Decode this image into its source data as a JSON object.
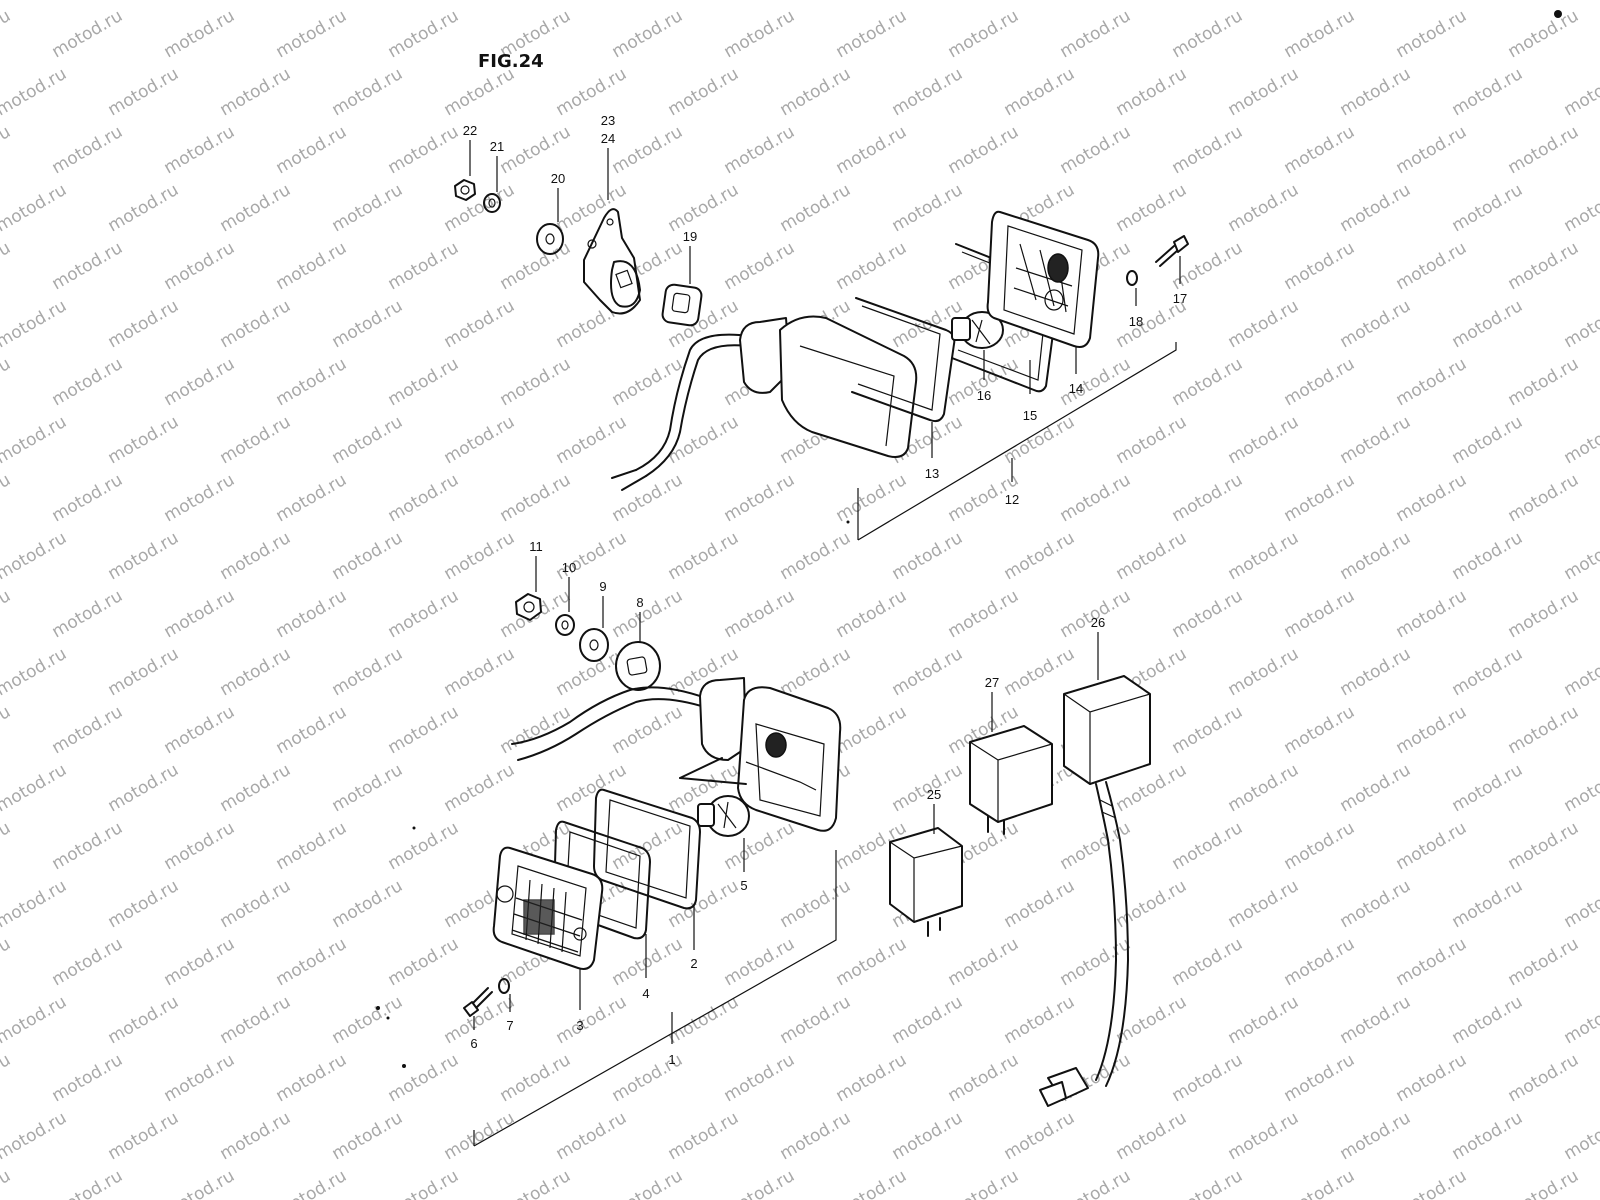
{
  "figure": {
    "title": "FIG.24"
  },
  "watermark": {
    "text": "motod.ru"
  },
  "callouts": [
    {
      "id": "1",
      "label": "1"
    },
    {
      "id": "2",
      "label": "2"
    },
    {
      "id": "3",
      "label": "3"
    },
    {
      "id": "4",
      "label": "4"
    },
    {
      "id": "5",
      "label": "5"
    },
    {
      "id": "6",
      "label": "6"
    },
    {
      "id": "7",
      "label": "7"
    },
    {
      "id": "8",
      "label": "8"
    },
    {
      "id": "9",
      "label": "9"
    },
    {
      "id": "10",
      "label": "10"
    },
    {
      "id": "11",
      "label": "11"
    },
    {
      "id": "12",
      "label": "12"
    },
    {
      "id": "13",
      "label": "13"
    },
    {
      "id": "14",
      "label": "14"
    },
    {
      "id": "15",
      "label": "15"
    },
    {
      "id": "16",
      "label": "16"
    },
    {
      "id": "17",
      "label": "17"
    },
    {
      "id": "18",
      "label": "18"
    },
    {
      "id": "19",
      "label": "19"
    },
    {
      "id": "20",
      "label": "20"
    },
    {
      "id": "21",
      "label": "21"
    },
    {
      "id": "22",
      "label": "22"
    },
    {
      "id": "23",
      "label": "23"
    },
    {
      "id": "24",
      "label": "24"
    },
    {
      "id": "25",
      "label": "25"
    },
    {
      "id": "26",
      "label": "26"
    },
    {
      "id": "27",
      "label": "27"
    }
  ]
}
